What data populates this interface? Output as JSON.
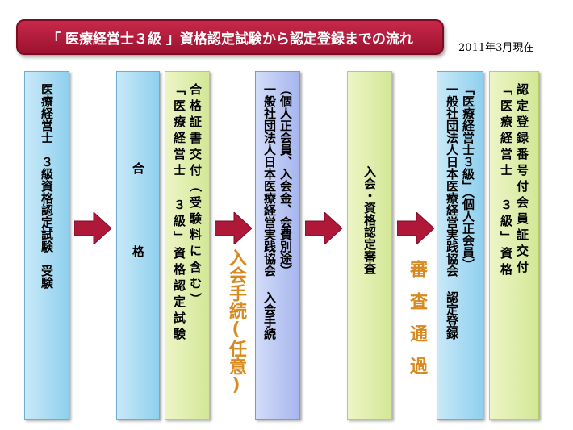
{
  "title": "「 医療経営士３級 」資格認定試験から認定登録までの流れ",
  "date_note": "2011年3月現在",
  "boxes": [
    {
      "lines": [
        "医療経営士　３級資格認定試験　受験"
      ]
    },
    {
      "lines": [
        "合格"
      ]
    },
    {
      "lines": [
        "合格証書交付（受験料に含む）",
        "「医療経営士 ３級」資格認定試験"
      ]
    },
    {
      "lines": [
        "（個人正会員、入会金、会費別途）",
        "一般社団法人日本医療経営実践協会 入会手続"
      ]
    },
    {
      "lines": [
        "入会・資格認定審査"
      ]
    },
    {
      "lines": [
        "「医療経営士３級」（個人正会員）",
        "一般社団法人日本医療経営実践協会 認定登録"
      ]
    },
    {
      "lines": [
        "認定登録番号付会員証交付",
        "「医療経営士 ３級」資格"
      ]
    }
  ],
  "step_labels": [
    "入会手続(任意)",
    "審査通過"
  ],
  "colors": {
    "arrow": "#b0183a",
    "step_label": "#d98a1e",
    "banner": "#b01c3c"
  }
}
